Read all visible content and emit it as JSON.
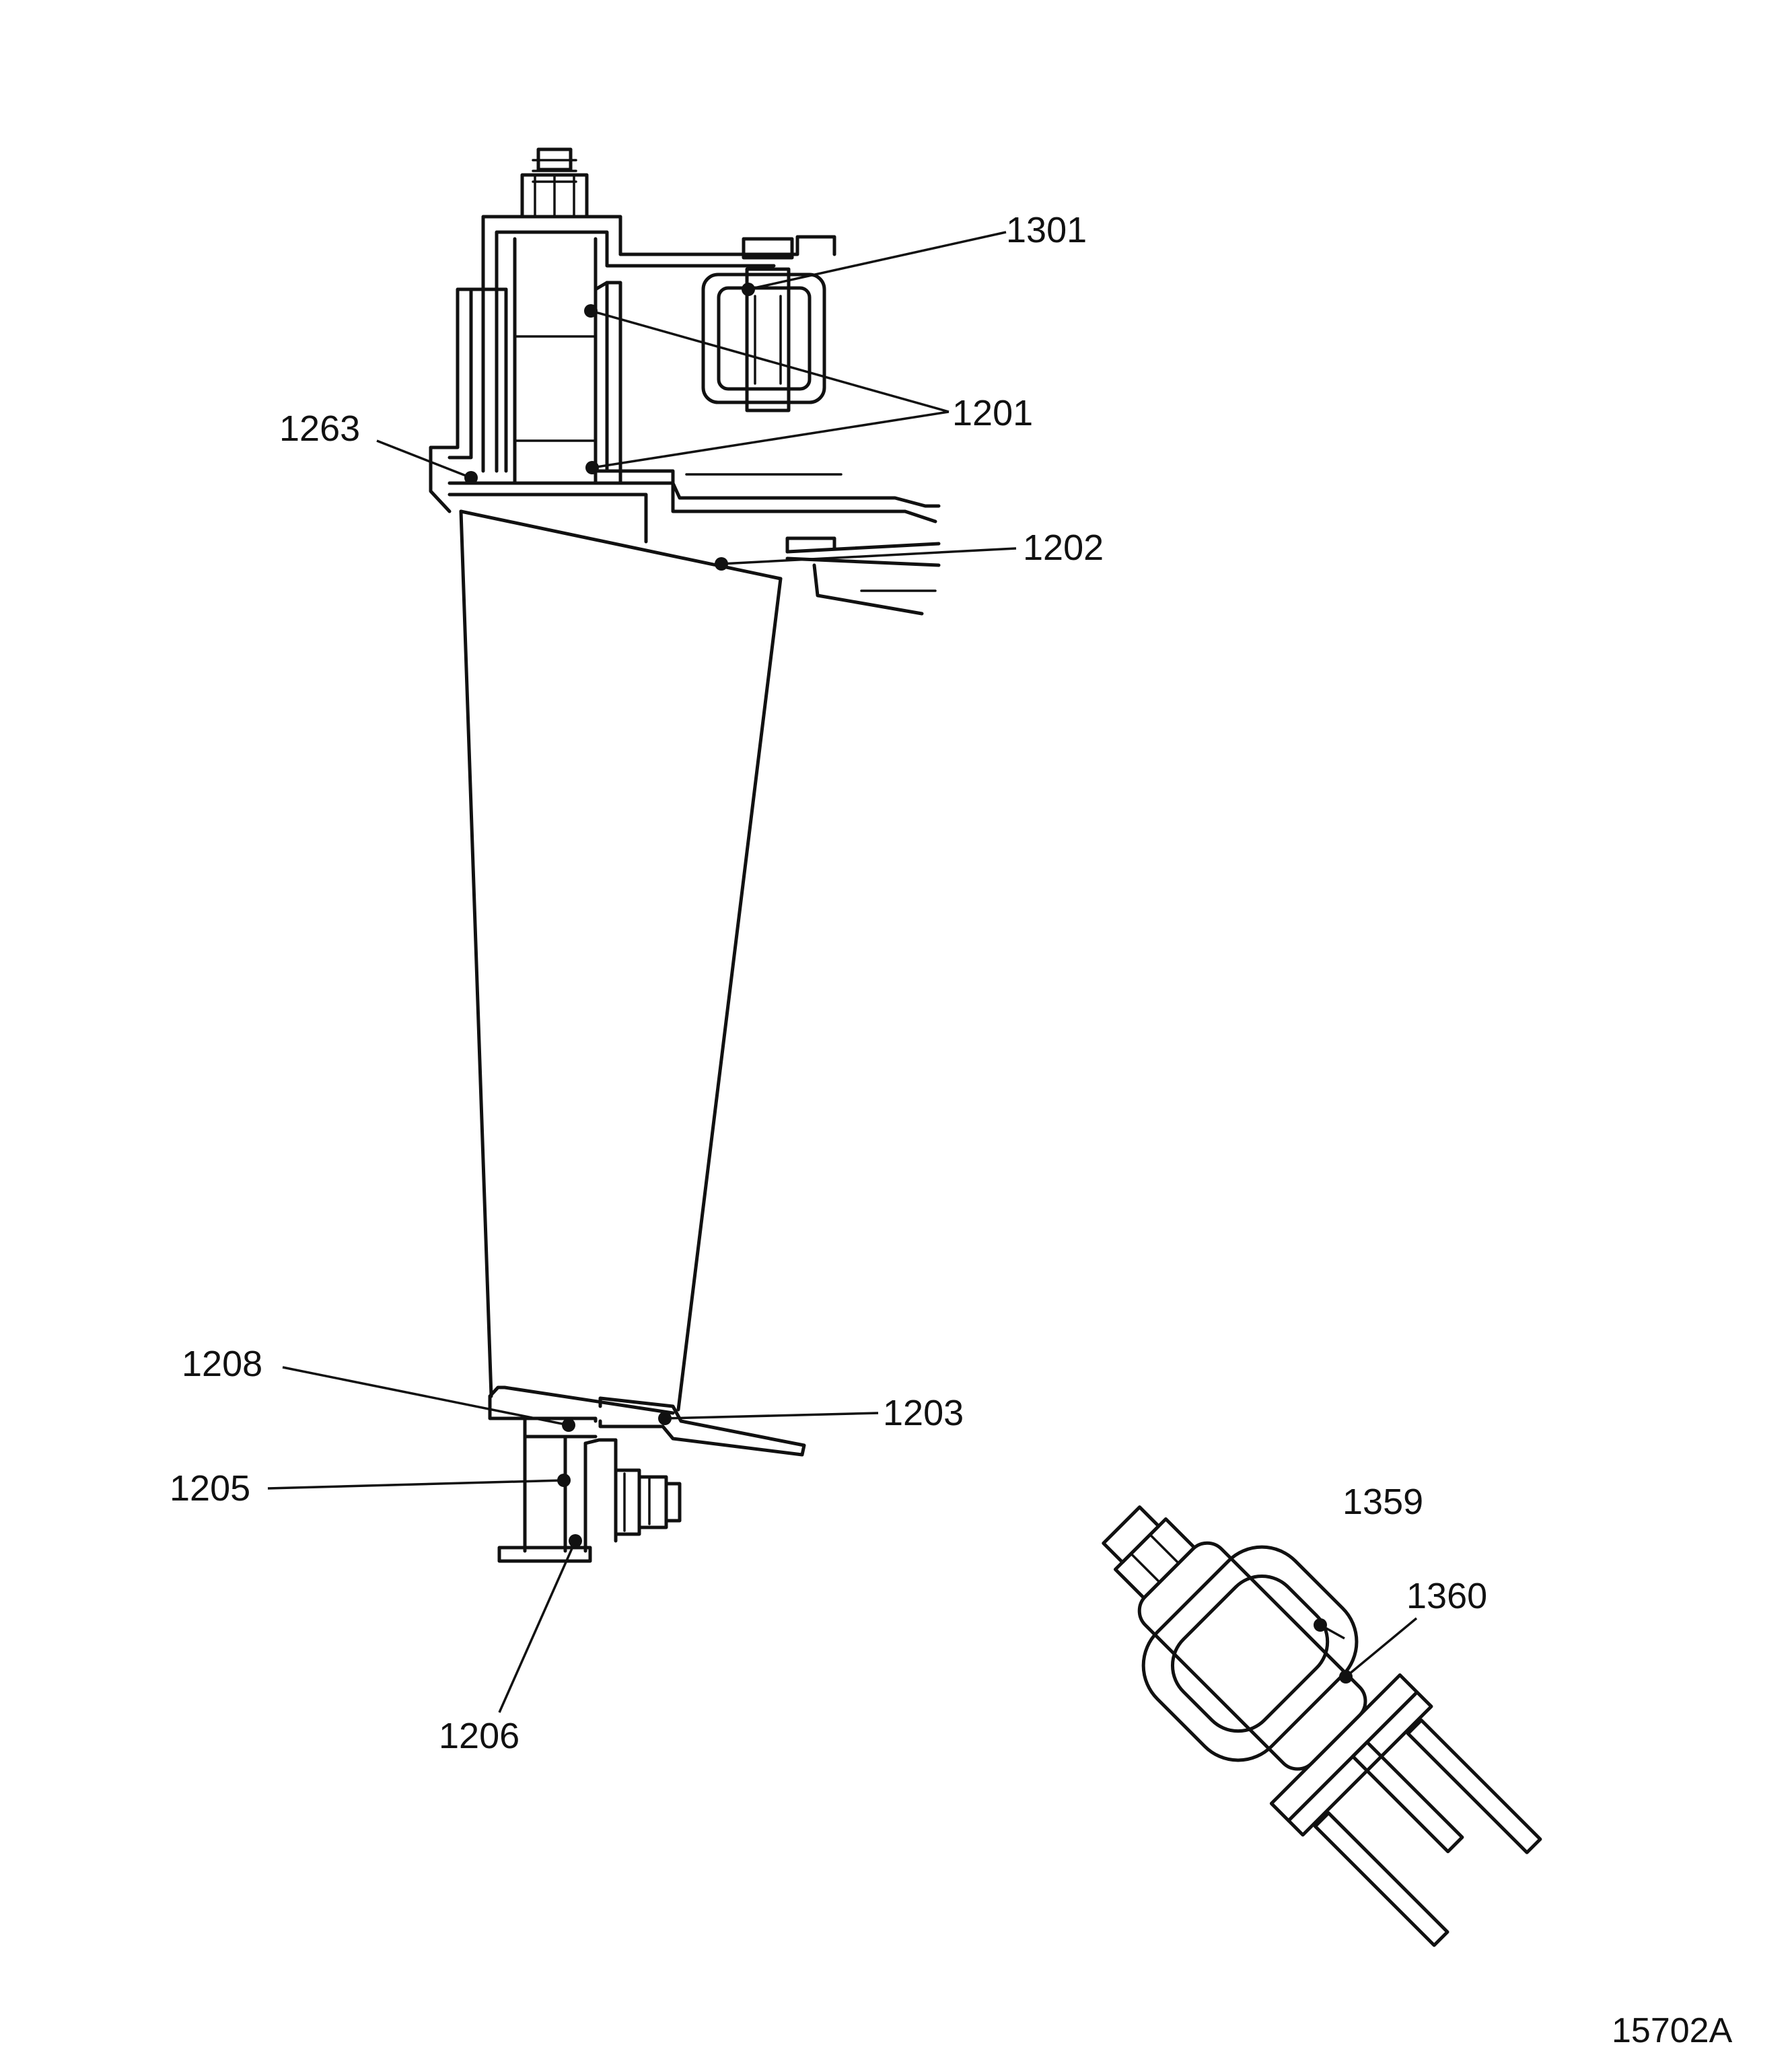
{
  "callouts": {
    "c1301": "1301",
    "c1201": "1201",
    "c1263": "1263",
    "c1202": "1202",
    "c1208": "1208",
    "c1203": "1203",
    "c1205": "1205",
    "c1206": "1206",
    "c1359": "1359",
    "c1360": "1360"
  },
  "figure_id": "15702A"
}
